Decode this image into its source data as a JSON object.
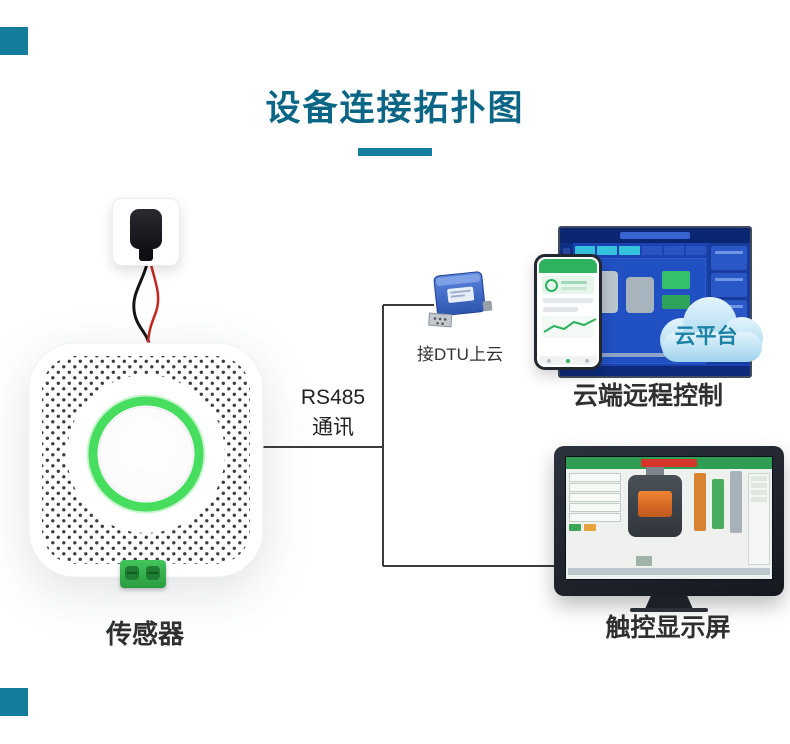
{
  "page": {
    "title": "设备连接拓扑图"
  },
  "colors": {
    "accent_teal": "#147d9b",
    "title_color": "#0b6584",
    "label_color": "#303030",
    "sensor_ring_green": "#47dd5f",
    "terminal_green": "#2fae47",
    "dtu_blue": "#3a63c6",
    "cloud_fill": "#aed9ef",
    "cloud_text_color": "#1a82a6",
    "line_color": "#3b3b3b"
  },
  "nodes": {
    "sensor": {
      "label": "传感器"
    },
    "bus": {
      "line1": "RS485",
      "line2": "通讯"
    },
    "dtu": {
      "caption": "接DTU上云"
    },
    "cloud": {
      "label": "云平台"
    },
    "cloud_group": {
      "label": "云端远程控制"
    },
    "touch": {
      "label": "触控显示屏"
    }
  }
}
